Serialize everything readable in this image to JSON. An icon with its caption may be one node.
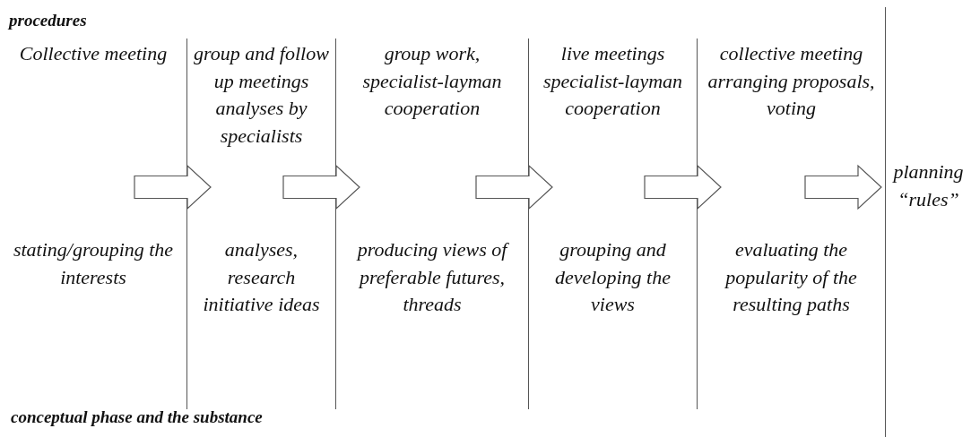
{
  "diagram": {
    "nodes": [
      {
        "text": [
          "Collective meeting",
          "stating/grouping the interests"
        ]
      },
      {
        "text": [
          "group and follow up meetings analyses by specialists",
          "analyses, research initiative ideas"
        ]
      },
      {
        "text": [
          "group work, specialist-layman cooperation",
          "producing views of preferable futures, threads"
        ]
      },
      {
        "text": [
          "live meetings specialist-layman cooperation",
          "grouping and developing the views"
        ]
      },
      {
        "text": [
          "collective meeting arranging proposals, voting",
          "evaluating the popularity of the resulting paths"
        ]
      },
      {
        "text": [
          "planning “rules”"
        ]
      }
    ],
    "edges": [
      {
        "from": 0,
        "to": 1,
        "arrow": "to",
        "style": "thick"
      },
      {
        "from": 1,
        "to": 2,
        "arrow": "to",
        "style": "thick"
      },
      {
        "from": 2,
        "to": 3,
        "arrow": "to",
        "style": "thick"
      },
      {
        "from": 3,
        "to": 4,
        "arrow": "to",
        "style": "thick"
      },
      {
        "from": 4,
        "to": 5,
        "arrow": "to",
        "style": "thick"
      }
    ],
    "labels": [
      "procedures",
      "conceptual phase and the substance"
    ]
  }
}
